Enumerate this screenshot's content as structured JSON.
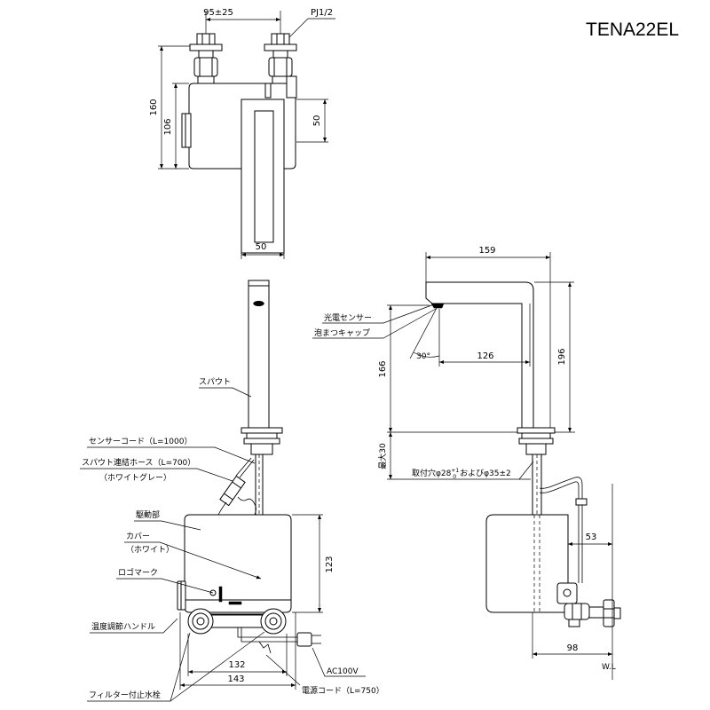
{
  "header": {
    "model": "TENA22EL"
  },
  "top_view": {
    "dim_fitting_pitch": "95±25",
    "thread_size": "PJ1/2",
    "dim_total_height": "160",
    "dim_body_height": "106",
    "dim_spout_offset": "50",
    "dim_spout_width": "50"
  },
  "front_view": {
    "spout": "スパウト",
    "sensor_cord": "センサーコード（L=1000）",
    "hose": "スパウト連結ホース（L=700）",
    "hose_color": "（ホワイトグレー）",
    "drive_unit": "駆動部",
    "cover": "カバー",
    "cover_color": "（ホワイト）",
    "logo_mark": "ロゴマーク",
    "temp_handle": "温度調節ハンドル",
    "stop_valve": "フィルター付止水栓",
    "power_cord": "電源コード（L=750）",
    "power_supply": "AC100V",
    "dim_body_height": "123",
    "dim_inner_width": "132",
    "dim_outer_width": "143"
  },
  "side_view": {
    "dim_reach": "159",
    "sensor": "光電センサー",
    "aerator": "泡まつキャップ",
    "angle": "30°",
    "dim_outlet_reach": "126",
    "dim_outlet_height": "166",
    "dim_total_height": "196",
    "dim_max_counter": "最大30",
    "mount_hole": "取付穴φ28",
    "mount_hole_tol_upper": "+1",
    "mount_hole_tol_lower": "0",
    "mount_hole_alt": "およびφ35±2",
    "dim_wall_offset": "53",
    "dim_depth": "98",
    "water_line": "W.L"
  }
}
